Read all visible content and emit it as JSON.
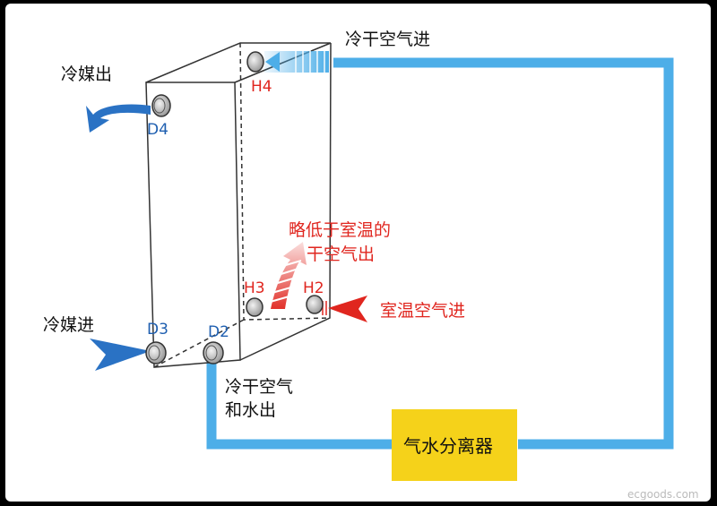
{
  "labels": {
    "cold_dry_air_in": "冷干空气进",
    "refrigerant_out": "冷媒出",
    "refrigerant_in": "冷媒进",
    "cold_dry_air_water_out_line1": "冷干空气",
    "cold_dry_air_water_out_line2": "和水出",
    "slightly_below_room_line1": "略低于室温的",
    "slightly_below_room_line2": "干空气出",
    "room_temp_air_in": "室温空气进",
    "separator": "气水分离器",
    "watermark": "ecgoods.com"
  },
  "ports": {
    "d4": "D4",
    "d3": "D3",
    "d2": "D2",
    "h4": "H4",
    "h3": "H3",
    "h2": "H2"
  },
  "colors": {
    "pipe": "#4daee8",
    "arrow_blue": "#2a72c4",
    "label_blue": "#1f5fb0",
    "red": "#e0261f",
    "separator_fill": "#f5d21a",
    "outline": "#333333"
  }
}
